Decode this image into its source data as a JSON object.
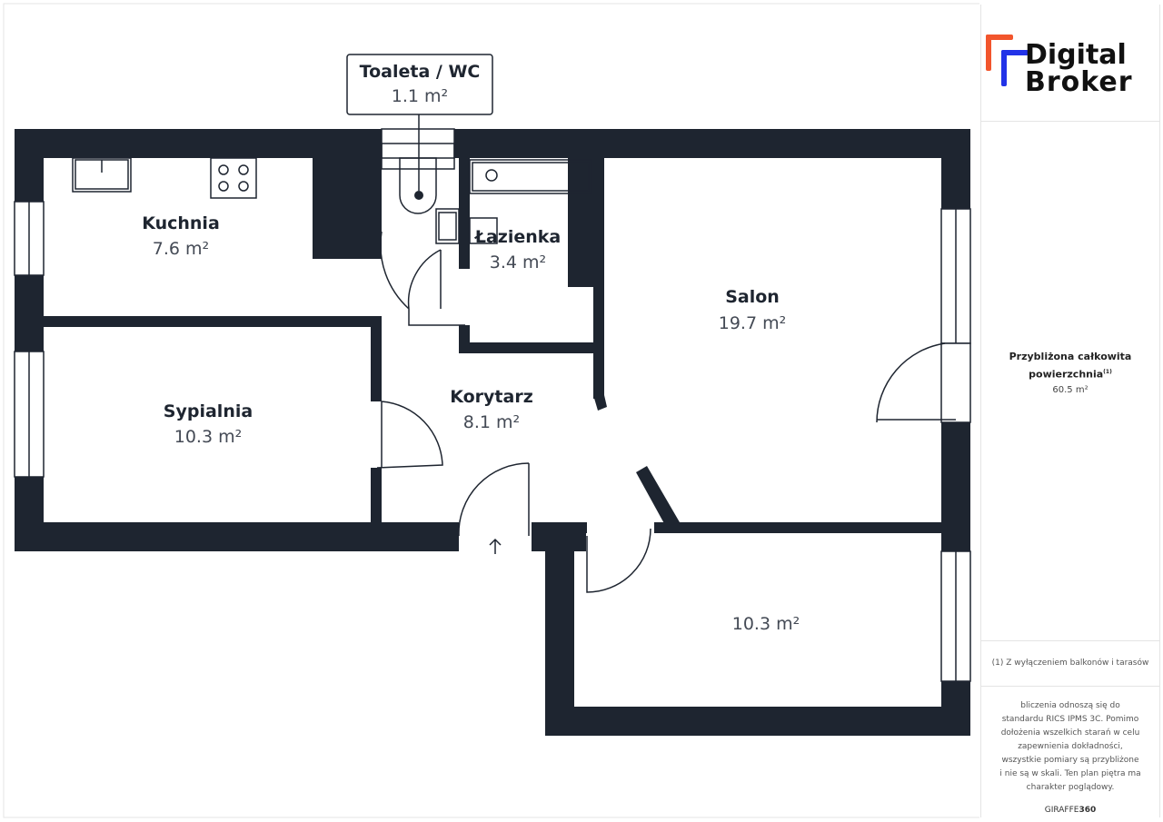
{
  "callout": {
    "name": "Toaleta / WC",
    "area": "1.1 m²"
  },
  "rooms": [
    {
      "name": "Kuchnia",
      "area": "7.6 m²"
    },
    {
      "name": "Łazienka",
      "area": "3.4 m²"
    },
    {
      "name": "Salon",
      "area": "19.7 m²"
    },
    {
      "name": "Sypialnia",
      "area": "10.3 m²"
    },
    {
      "name": "Korytarz",
      "area": "8.1 m²"
    },
    {
      "name": "",
      "area": "10.3 m²"
    }
  ],
  "panel": {
    "logo_line1": "Digital",
    "logo_line2": "Broker",
    "logo_colors": {
      "orange": "#f2552c",
      "blue": "#2233e8"
    },
    "total_label_1": "Przybliżona całkowita",
    "total_label_2": "powierzchnia",
    "total_sup": "(1)",
    "total_value": "60.5 m²",
    "footnote": "(1) Z wyłączeniem balkonów i tarasów",
    "disclaimer": "bliczenia odnoszą się do standardu RICS IPMS 3C. Pomimo dołożenia wszelkich starań w celu zapewnienia dokładności, wszystkie pomiary są przybliżone i nie są w skali. Ten plan piętra ma charakter poglądowy.",
    "brand_a": "GIRAFFE",
    "brand_b": "360"
  }
}
